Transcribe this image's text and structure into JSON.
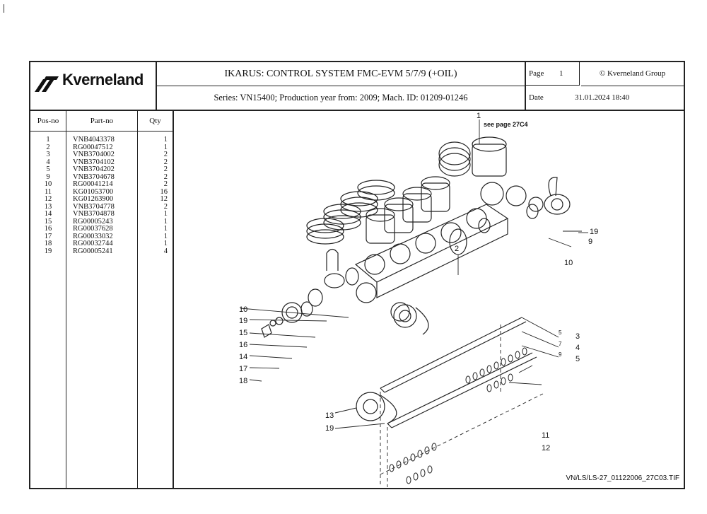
{
  "logo": {
    "brand": "Kverneland"
  },
  "header": {
    "title": "IKARUS: CONTROL SYSTEM FMC-EVM 5/7/9 (+OIL)",
    "series": "Series: VN15400; Production year from: 2009; Mach. ID: 01209-01246",
    "page_label": "Page",
    "page_number": "1",
    "copyright": "© Kverneland Group",
    "date_label": "Date",
    "date_value": "31.01.2024  18:40"
  },
  "parts_table": {
    "headers": [
      "Pos-no",
      "Part-no",
      "Qty"
    ],
    "rows": [
      {
        "pos": "1",
        "part": "VNB4043378",
        "qty": "1"
      },
      {
        "pos": "2",
        "part": "RG00047512",
        "qty": "1"
      },
      {
        "pos": "3",
        "part": "VNB3704002",
        "qty": "2"
      },
      {
        "pos": "4",
        "part": "VNB3704102",
        "qty": "2"
      },
      {
        "pos": "5",
        "part": "VNB3704202",
        "qty": "2"
      },
      {
        "pos": "9",
        "part": "VNB3704678",
        "qty": "2"
      },
      {
        "pos": "10",
        "part": "RG00041214",
        "qty": "2"
      },
      {
        "pos": "11",
        "part": "KG01053700",
        "qty": "16"
      },
      {
        "pos": "12",
        "part": "KG01263900",
        "qty": "12"
      },
      {
        "pos": "13",
        "part": "VNB3704778",
        "qty": "2"
      },
      {
        "pos": "14",
        "part": "VNB3704878",
        "qty": "1"
      },
      {
        "pos": "15",
        "part": "RG00005243",
        "qty": "1"
      },
      {
        "pos": "16",
        "part": "RG00037628",
        "qty": "1"
      },
      {
        "pos": "17",
        "part": "RG00033032",
        "qty": "1"
      },
      {
        "pos": "18",
        "part": "RG00032744",
        "qty": "1"
      },
      {
        "pos": "19",
        "part": "RG00005241",
        "qty": "4"
      }
    ]
  },
  "drawing": {
    "see_page_note": "see page 27C4",
    "callouts": [
      "1",
      "2",
      "19",
      "9",
      "10",
      "10",
      "19",
      "15",
      "16",
      "14",
      "17",
      "18",
      "13",
      "19",
      "3",
      "4",
      "5",
      "11",
      "12"
    ],
    "callout_small": [
      "5",
      "7",
      "9"
    ],
    "file_ref": "VN/LS/LS-27_01122006_27C03.TIF"
  }
}
